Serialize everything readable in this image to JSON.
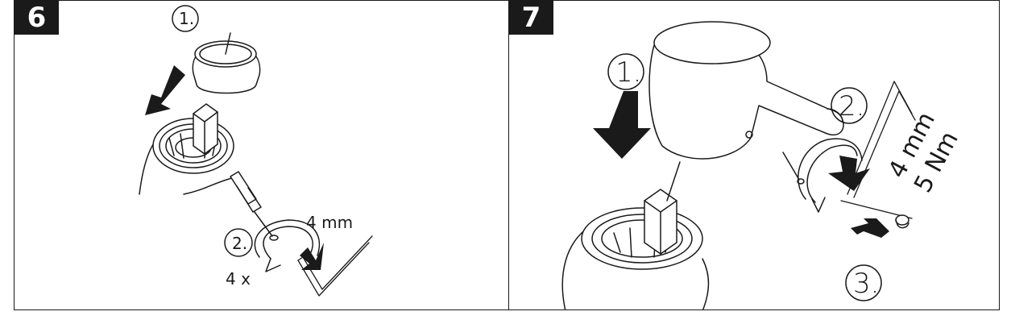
{
  "panel6": {
    "step_number": "6",
    "step1_label": "1.",
    "step2_label": "2.",
    "hex_size": "4 mm",
    "repeat_count": "4 x"
  },
  "panel7": {
    "step_number": "7",
    "step1_label": "1.",
    "step2_label": "2.",
    "step3_label": "3.",
    "hex_size": "4 mm",
    "torque": "5 Nm"
  }
}
